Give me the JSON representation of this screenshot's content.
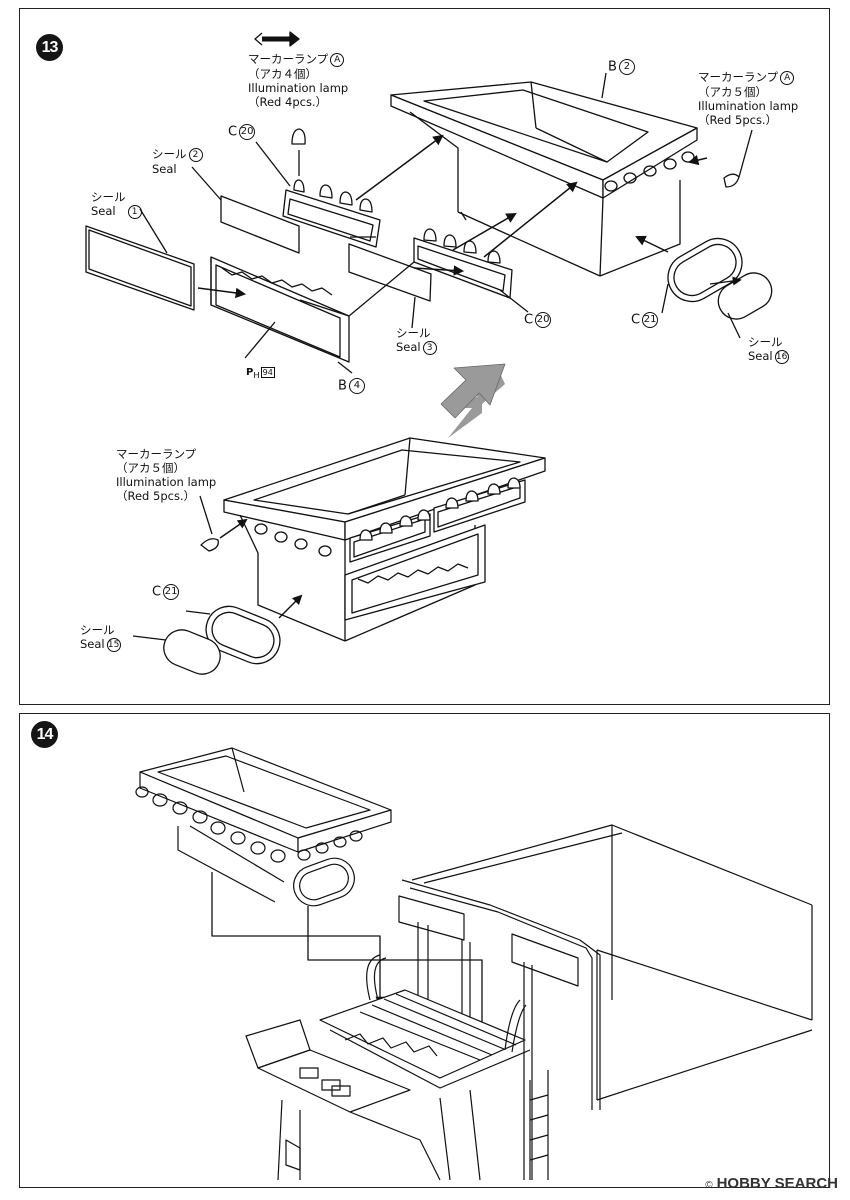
{
  "steps": {
    "s13": "13",
    "s14": "14"
  },
  "labels": {
    "marker_a_top": {
      "jp": "マーカーランプ",
      "letter": "A",
      "qty": "（アカ４個）",
      "en": "Illumination lamp",
      "red": "（Red 4pcs.）"
    },
    "marker_a_right": {
      "jp": "マーカーランプ",
      "letter": "A",
      "qty": "（アカ５個）",
      "en": "Illumination lamp",
      "red": "（Red 5pcs.）"
    },
    "marker_mid": {
      "jp": "マーカーランプ",
      "qty": "（アカ５個）",
      "en": "Illumination lamp",
      "red": "（Red 5pcs.）"
    },
    "b2": {
      "part": "B",
      "num": "2"
    },
    "c20_top": {
      "part": "C",
      "num": "20"
    },
    "c20_bottom": {
      "part": "C",
      "num": "20"
    },
    "c21_right": {
      "part": "C",
      "num": "21"
    },
    "c21_mid": {
      "part": "C",
      "num": "21"
    },
    "b4": {
      "part": "B",
      "num": "4"
    },
    "seal1": {
      "jp": "シール",
      "en": "Seal",
      "num": "1"
    },
    "seal2": {
      "jp": "シール",
      "en": "Seal",
      "num": "2"
    },
    "seal3": {
      "jp": "シール",
      "en": "Seal",
      "num": "3"
    },
    "seal15": {
      "jp": "シール",
      "en": "Seal",
      "num": "15"
    },
    "seal16": {
      "jp": "シール",
      "en": "Seal",
      "num": "16"
    },
    "ph": {
      "letter": "P",
      "sub": "H",
      "num": "94"
    }
  },
  "watermark": {
    "copyright": "©",
    "logo": "HOBBY",
    "text": "HOBBY SEARCH"
  },
  "colors": {
    "ink": "#111111",
    "arrow_fill": "#9a9a9a",
    "paper": "#ffffff"
  }
}
